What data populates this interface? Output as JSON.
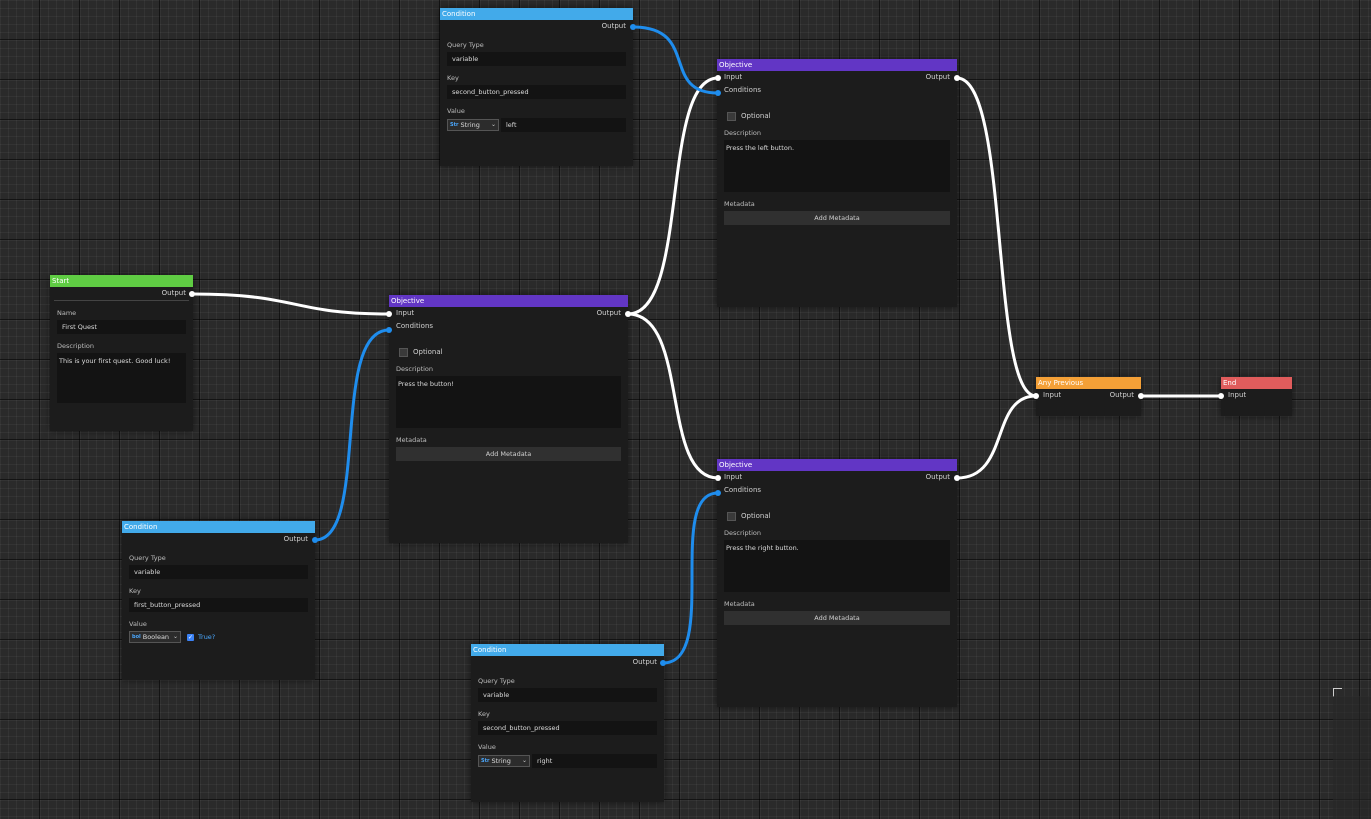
{
  "colors": {
    "start": "#5fcc43",
    "condition": "#42aaea",
    "objective": "#6236c5",
    "any_previous": "#f4a037",
    "end": "#e05c5c",
    "wire_flow": "#ffffff",
    "wire_condition": "#1f8ded"
  },
  "start": {
    "title": "Start",
    "output": "Output",
    "name_label": "Name",
    "name_value": "First Quest",
    "desc_label": "Description",
    "desc_value": "This is your first quest. Good luck!"
  },
  "cond1": {
    "title": "Condition",
    "output": "Output",
    "qt_label": "Query Type",
    "qt_value": "variable",
    "key_label": "Key",
    "key_value": "first_button_pressed",
    "value_label": "Value",
    "type_icon": "bool-icon",
    "type": "Boolean",
    "checkbox_label": "True?"
  },
  "cond2": {
    "title": "Condition",
    "output": "Output",
    "qt_label": "Query Type",
    "qt_value": "variable",
    "key_label": "Key",
    "key_value": "second_button_pressed",
    "value_label": "Value",
    "type_icon": "str-icon",
    "type": "String",
    "value": "left"
  },
  "cond3": {
    "title": "Condition",
    "output": "Output",
    "qt_label": "Query Type",
    "qt_value": "variable",
    "key_label": "Key",
    "key_value": "second_button_pressed",
    "value_label": "Value",
    "type_icon": "str-icon",
    "type": "String",
    "value": "right"
  },
  "obj1": {
    "title": "Objective",
    "input": "Input",
    "output": "Output",
    "conditions": "Conditions",
    "optional": "Optional",
    "desc_label": "Description",
    "desc_value": "Press the button!",
    "meta_label": "Metadata",
    "add_meta": "Add Metadata"
  },
  "obj2": {
    "title": "Objective",
    "input": "Input",
    "output": "Output",
    "conditions": "Conditions",
    "optional": "Optional",
    "desc_label": "Description",
    "desc_value": "Press the left button.",
    "meta_label": "Metadata",
    "add_meta": "Add Metadata"
  },
  "obj3": {
    "title": "Objective",
    "input": "Input",
    "output": "Output",
    "conditions": "Conditions",
    "optional": "Optional",
    "desc_label": "Description",
    "desc_value": "Press the right button.",
    "meta_label": "Metadata",
    "add_meta": "Add Metadata"
  },
  "anyprev": {
    "title": "Any Previous",
    "input": "Input",
    "output": "Output"
  },
  "end": {
    "title": "End",
    "input": "Input"
  }
}
